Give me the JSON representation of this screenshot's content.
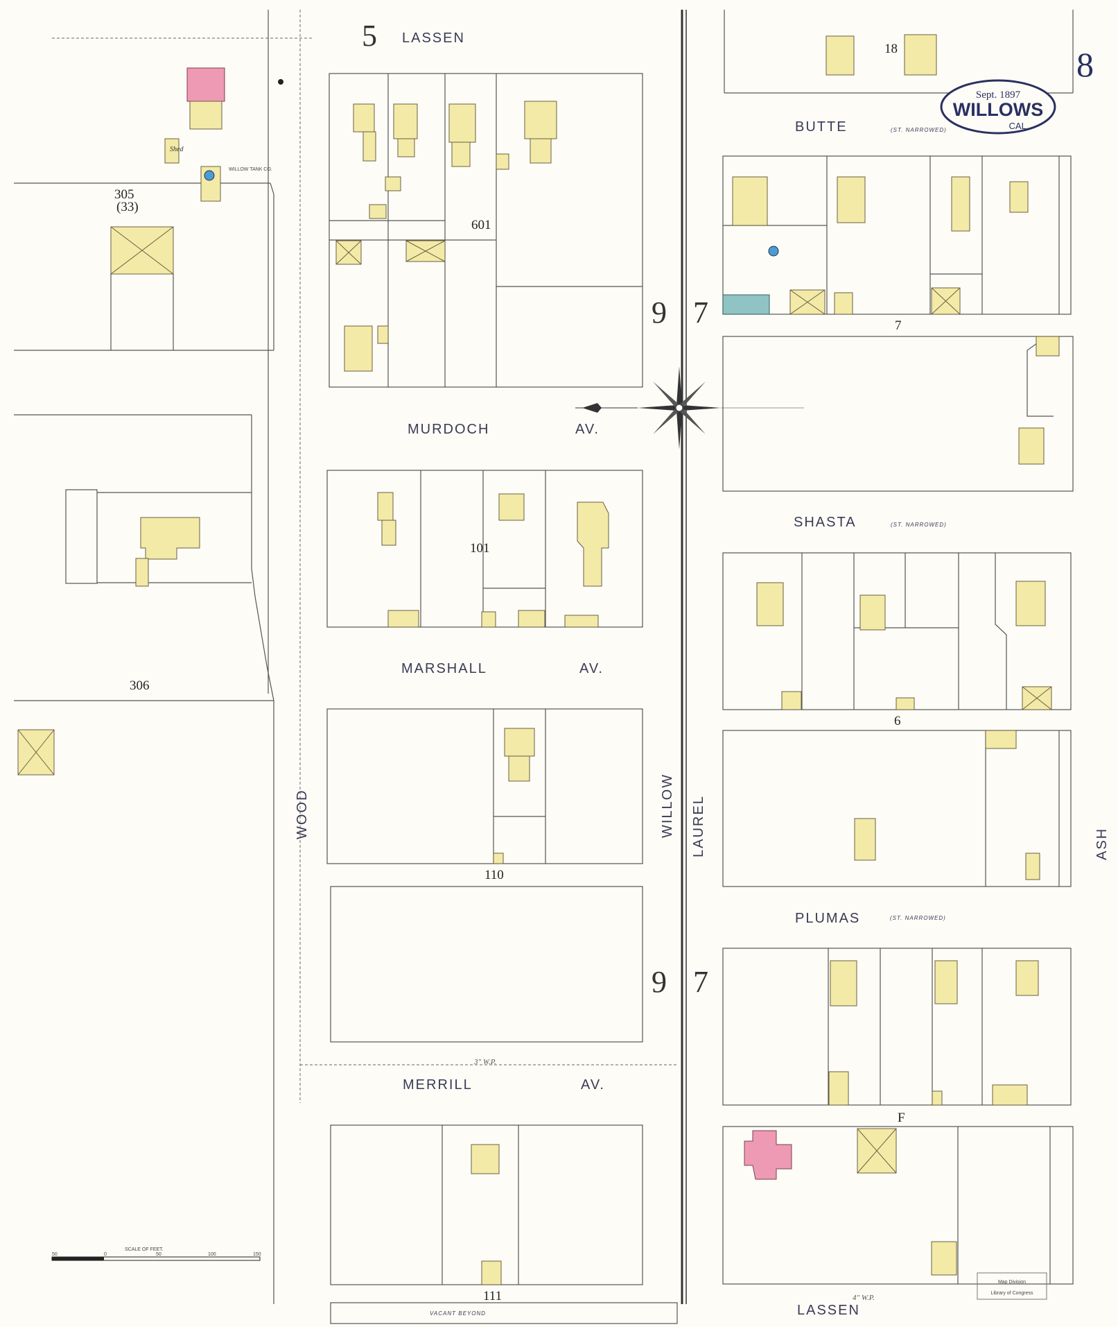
{
  "sheet": {
    "number": "8",
    "title_date": "Sept. 1897",
    "title_city": "WILLOWS",
    "title_state": "CAL."
  },
  "streets": {
    "lassen_top": "LASSEN",
    "lassen_bottom": "LASSEN",
    "butte": "BUTTE",
    "butte_note": "(ST. NARROWED)",
    "murdoch": "MURDOCH",
    "murdoch_av": "AV.",
    "shasta": "SHASTA",
    "shasta_note": "(ST. NARROWED)",
    "marshall": "MARSHALL",
    "marshall_av": "AV.",
    "plumas": "PLUMAS",
    "plumas_note": "(ST. NARROWED)",
    "merrill": "MERRILL",
    "merrill_av": "AV.",
    "wood": "WOOD",
    "willow": "WILLOW",
    "laurel": "LAUREL",
    "ash": "ASH"
  },
  "block_numbers": [
    "305",
    "(33)",
    "306",
    "601",
    "101",
    "110",
    "111",
    "18",
    "7",
    "6",
    "F"
  ],
  "sheet_refs": [
    "5",
    "9",
    "7",
    "9",
    "7"
  ],
  "scale": {
    "label": "SCALE OF FEET.",
    "ticks": [
      "50",
      "0",
      "50",
      "100",
      "150"
    ]
  },
  "notes": {
    "vacant_beyond": "VACANT       BEYOND",
    "water_main_3": "3\" W.P.",
    "water_main_4": "4\" W.P.",
    "stamp_line1": "Map Division",
    "stamp_line2": "Library of Congress",
    "willows_tank": "WILLOW TANK CO.",
    "shed": "Shed"
  },
  "colors": {
    "frame_dwelling": "#f3eaa8",
    "brick": "#ef9ab4",
    "stone": "#8fc3c4",
    "line": "#555555",
    "title_ink": "#2a3060"
  }
}
